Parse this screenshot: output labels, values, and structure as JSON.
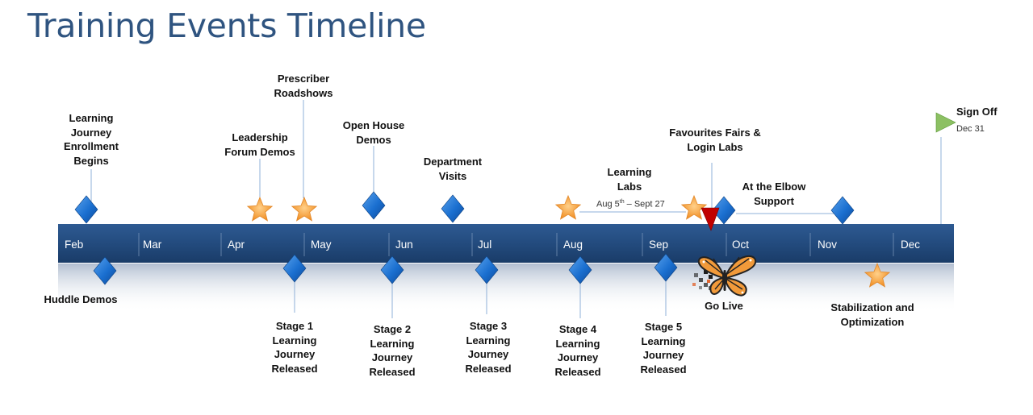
{
  "title": "Training Events Timeline",
  "months": [
    "Feb",
    "Mar",
    "Apr",
    "May",
    "Jun",
    "Jul",
    "Aug",
    "Sep",
    "Oct",
    "Nov",
    "Dec"
  ],
  "events_above": {
    "learning_journey": [
      "Learning",
      "Journey",
      "Enrollment",
      "Begins"
    ],
    "leadership": [
      "Leadership",
      "Forum Demos"
    ],
    "prescriber": [
      "Prescriber",
      "Roadshows"
    ],
    "open_house": [
      "Open House",
      "Demos"
    ],
    "department": [
      "Department",
      "Visits"
    ],
    "learning_labs": [
      "Learning",
      "Labs"
    ],
    "learning_labs_dates": "Aug 5th – Sept 27",
    "favourites": [
      "Favourites Fairs &",
      "Login Labs"
    ],
    "elbow": [
      "At the Elbow",
      "Support"
    ],
    "sign_off": "Sign Off",
    "sign_off_date": "Dec 31"
  },
  "events_below": {
    "huddle": "Huddle Demos",
    "stage1": [
      "Stage 1",
      "Learning",
      "Journey",
      "Released"
    ],
    "stage2": [
      "Stage 2",
      "Learning",
      "Journey",
      "Released"
    ],
    "stage3": [
      "Stage 3",
      "Learning",
      "Journey",
      "Released"
    ],
    "stage4": [
      "Stage 4",
      "Learning",
      "Journey",
      "Released"
    ],
    "stage5": [
      "Stage 5",
      "Learning",
      "Journey",
      "Released"
    ],
    "go_live": "Go Live",
    "stabilization": [
      "Stabilization and",
      "Optimization"
    ]
  },
  "colors": {
    "title": "#2f5480",
    "bar": "#234b7e",
    "diamond": "#1a6fd0",
    "star": "#f5a23a",
    "triangle": "#c00000",
    "flag": "#8cc063"
  }
}
